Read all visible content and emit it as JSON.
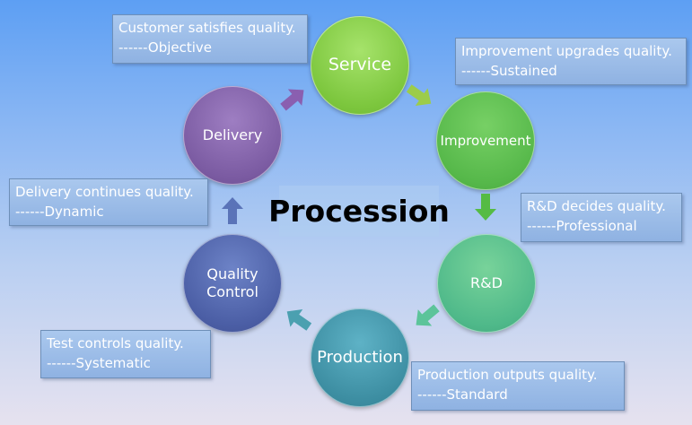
{
  "title": "Procession",
  "nodes": [
    {
      "id": "service",
      "label": "Service",
      "color": "#7cc63d"
    },
    {
      "id": "improvement",
      "label": "Improvement",
      "color": "#56b84a"
    },
    {
      "id": "rnd",
      "label": "R&D",
      "color": "#4fb98a"
    },
    {
      "id": "production",
      "label": "Production",
      "color": "#3d8ea2"
    },
    {
      "id": "quality_control",
      "label": "Quality\nControl",
      "color": "#4b5ea5"
    },
    {
      "id": "delivery",
      "label": "Delivery",
      "color": "#7b5ba2"
    }
  ],
  "callouts": [
    {
      "node": "service",
      "line1": "Customer satisfies quality.",
      "line2": "------Objective"
    },
    {
      "node": "improvement",
      "line1": "Improvement upgrades quality.",
      "line2": "------Sustained"
    },
    {
      "node": "rnd",
      "line1": "R&D decides quality.",
      "line2": "------Professional"
    },
    {
      "node": "production",
      "line1": "Production outputs quality.",
      "line2": "------Standard"
    },
    {
      "node": "quality_control",
      "line1": "Test controls quality.",
      "line2": "------Systematic"
    },
    {
      "node": "delivery",
      "line1": "Delivery continues quality.",
      "line2": "------Dynamic"
    }
  ],
  "arrow_colors": {
    "service_to_improvement": "#9ccc4a",
    "improvement_to_rnd": "#55bb44",
    "rnd_to_production": "#5cc49a",
    "production_to_quality_control": "#4ba0b0",
    "quality_control_to_delivery": "#5a73b8",
    "delivery_to_service": "#8a5fb0"
  }
}
